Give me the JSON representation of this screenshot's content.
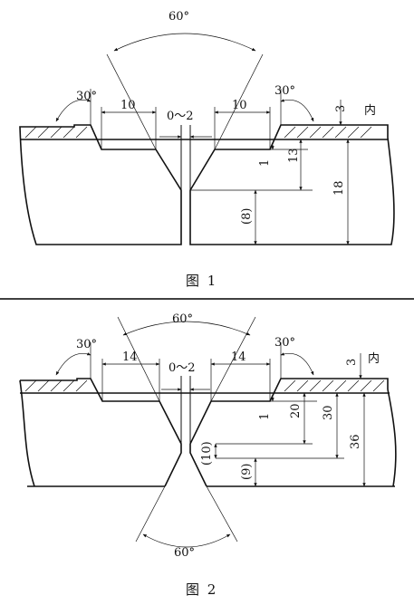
{
  "figure1": {
    "caption": "图  1",
    "angle_top": "60°",
    "bevel_left": "30°",
    "bevel_right": "30°",
    "width_left": "10",
    "gap": "0～2",
    "width_right": "10",
    "step_depth": "3",
    "inner_label": "内",
    "root_face": "1",
    "groove_depth": "13",
    "thickness": "18",
    "root_height": "(8)"
  },
  "figure2": {
    "caption": "图  2",
    "angle_top": "60°",
    "bevel_left": "30°",
    "bevel_right": "30°",
    "width_left": "14",
    "gap": "0～2",
    "width_right": "14",
    "step_depth": "3",
    "inner_label": "内",
    "root_face": "1",
    "groove_depth": "20",
    "outer_depth": "30",
    "thickness": "36",
    "root_height": "(10)",
    "bottom_height": "(9)",
    "angle_bottom": "60°"
  },
  "separator_color": "#000000"
}
